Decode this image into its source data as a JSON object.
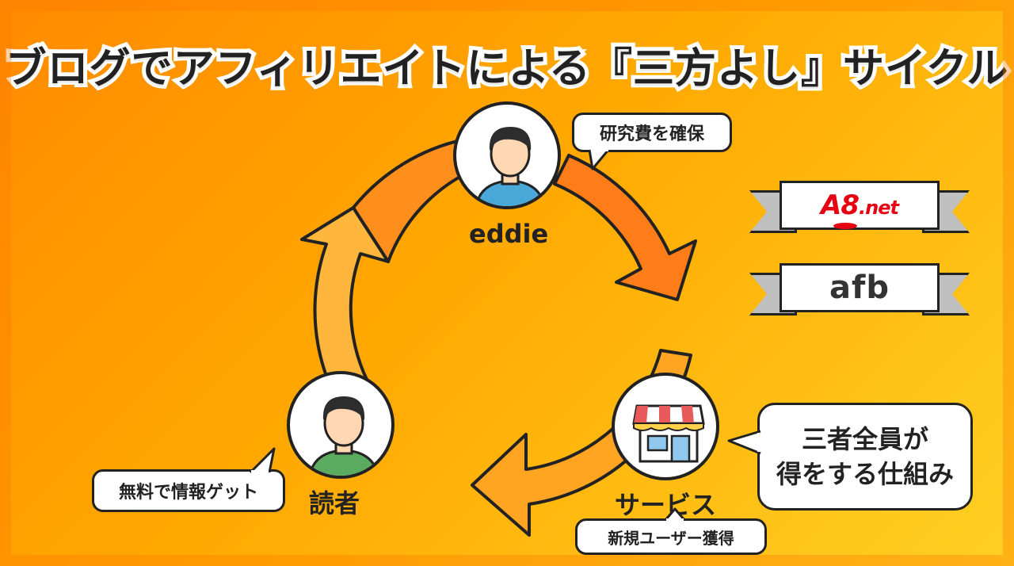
{
  "title": "ブログでアフィリエイトによる『三方よし』サイクル",
  "nodes": {
    "author": {
      "label": "eddie",
      "bubble": "研究費を確保",
      "shirt_color": "#4aa8d8"
    },
    "reader": {
      "label": "読者",
      "bubble": "無料で情報ゲット",
      "shirt_color": "#5aab5f"
    },
    "service": {
      "label": "サービス",
      "bubble": "新規ユーザー獲得"
    }
  },
  "summary_bubble": {
    "line1": "三者全員が",
    "line2": "得をする仕組み"
  },
  "logos": {
    "a8": {
      "main": "A8",
      "suffix": ".net"
    },
    "afb": {
      "text": "afb"
    }
  },
  "colors": {
    "arrow_dark": "#ff7a14",
    "arrow_mid": "#ffa11e",
    "arrow_light": "#ffb53a",
    "outline": "#222222",
    "a8_red": "#e60012"
  }
}
